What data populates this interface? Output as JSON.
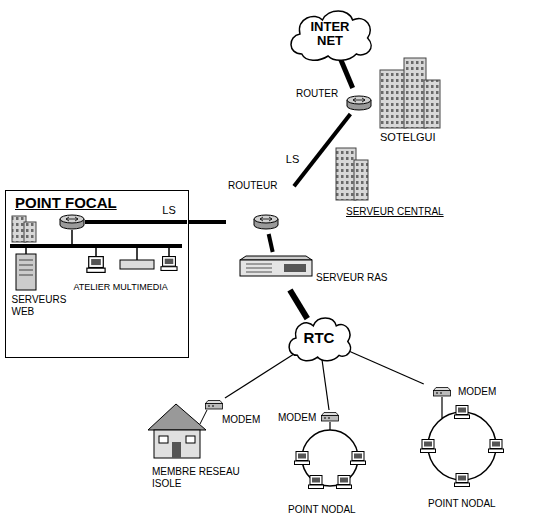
{
  "diagram": {
    "nodes": [
      {
        "text": [
          "INTER NET"
        ]
      },
      {
        "text": [
          "ROUTER"
        ]
      },
      {
        "text": [
          "POINT FOCAL"
        ]
      },
      {
        "text": [
          "SERVEURS WEB"
        ],
        "in": 2
      },
      {
        "text": [
          "ATELIER MULTIMEDIA"
        ],
        "in": 2
      },
      {
        "text": [
          "ROUTEUR"
        ]
      },
      {
        "text": [
          "SERVEUR CENTRAL"
        ]
      },
      {
        "text": [
          "SERVEUR RAS"
        ]
      },
      {
        "text": [
          "RTC"
        ]
      },
      {
        "text": [
          "MODEM",
          "MEMBRE RESEAU ISOLE"
        ]
      },
      {
        "text": [
          "MODEM",
          "POINT NODAL"
        ]
      },
      {
        "text": [
          "MODEM",
          "POINT NODAL"
        ]
      }
    ],
    "edges": [
      {
        "from": 0,
        "to": 1,
        "arrow": "none"
      },
      {
        "from": 1,
        "to": 5,
        "label": "LS",
        "arrow": "none"
      },
      {
        "from": 5,
        "to": 2,
        "label": "LS",
        "arrow": "none"
      },
      {
        "from": 5,
        "to": 7,
        "arrow": "none"
      },
      {
        "from": 7,
        "to": 8,
        "arrow": "none"
      },
      {
        "from": 8,
        "to": 9,
        "arrow": "none"
      },
      {
        "from": 8,
        "to": 10,
        "arrow": "none"
      },
      {
        "from": 8,
        "to": 11,
        "arrow": "none"
      }
    ],
    "labels": [
      "SOTELGUI"
    ]
  }
}
